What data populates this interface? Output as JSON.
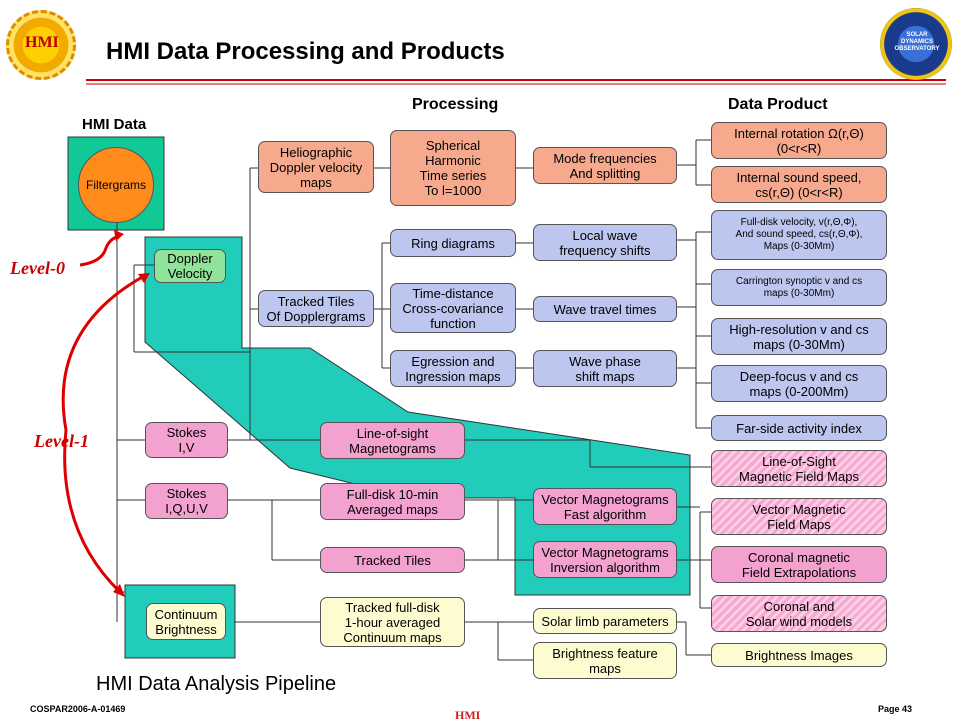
{
  "header": {
    "title": "HMI Data Processing and Products",
    "logo_left_text": "HMI",
    "logo_right_text": "SOLAR DYNAMICS OBSERVATORY"
  },
  "columns": {
    "hmi_data": "HMI Data",
    "processing": "Processing",
    "data_product": "Data Product"
  },
  "levels": {
    "level0": "Level-0",
    "level1": "Level-1"
  },
  "nodes": {
    "filtergrams": "Filtergrams",
    "doppler_velocity": "Doppler\nVelocity",
    "stokes_iv": "Stokes\nI,V",
    "stokes_iquv": "Stokes\nI,Q,U,V",
    "continuum_brightness": "Continuum\nBrightness",
    "heliographic_doppler": "Heliographic\nDoppler velocity\nmaps",
    "tracked_tiles_doppler": "Tracked Tiles\nOf Dopplergrams",
    "spherical_harmonic": "Spherical\nHarmonic\nTime series\nTo l=1000",
    "ring_diagrams": "Ring diagrams",
    "time_distance": "Time-distance\nCross-covariance\nfunction",
    "egression": "Egression and\nIngression maps",
    "mode_frequencies": "Mode frequencies\nAnd splitting",
    "local_wave": "Local wave\nfrequency shifts",
    "wave_travel": "Wave travel times",
    "wave_phase": "Wave phase\nshift maps",
    "los_magnetograms": "Line-of-sight\nMagnetograms",
    "full_disk_10min": "Full-disk 10-min\nAveraged maps",
    "tracked_tiles": "Tracked Tiles",
    "tracked_full_disk": "Tracked full-disk\n1-hour averaged\nContinuum maps",
    "vector_fast": "Vector Magnetograms\nFast algorithm",
    "vector_inversion": "Vector Magnetograms\nInversion algorithm",
    "solar_limb": "Solar limb parameters",
    "brightness_feature": "Brightness feature\nmaps",
    "internal_rotation": "Internal rotation Ω(r,Θ)\n(0<r<R)",
    "internal_sound": "Internal sound speed,\ncs(r,Θ) (0<r<R)",
    "full_disk_velocity": "Full-disk velocity, v(r,Θ,Φ),\nAnd sound speed, cs(r,Θ,Φ),\nMaps (0-30Mm)",
    "carrington": "Carrington synoptic v and cs\nmaps (0-30Mm)",
    "high_resolution": "High-resolution v and cs\nmaps (0-30Mm)",
    "deep_focus": "Deep-focus v and cs\nmaps (0-200Mm)",
    "far_side": "Far-side activity index",
    "los_field_maps": "Line-of-Sight\nMagnetic Field Maps",
    "vector_field_maps": "Vector Magnetic\nField Maps",
    "coronal_extrapolations": "Coronal magnetic\nField Extrapolations",
    "coronal_solar_wind": "Coronal and\nSolar wind models",
    "brightness_images": "Brightness Images"
  },
  "caption": "HMI Data Analysis Pipeline",
  "footer": {
    "left": "COSPAR2006-A-01469",
    "center": "HMI",
    "right": "Page 43"
  },
  "colors": {
    "heliographic": "#f7a98d",
    "processing_blue": "#bcc6ee",
    "magnetic_pink": "#f3a1cf",
    "continuum_yellow": "#fdfbd0",
    "teal_region": "#22ccbb",
    "level_red": "#cc0000",
    "filtergram_orange": "#ff8c1a",
    "filtergram_bg": "#11c897"
  }
}
